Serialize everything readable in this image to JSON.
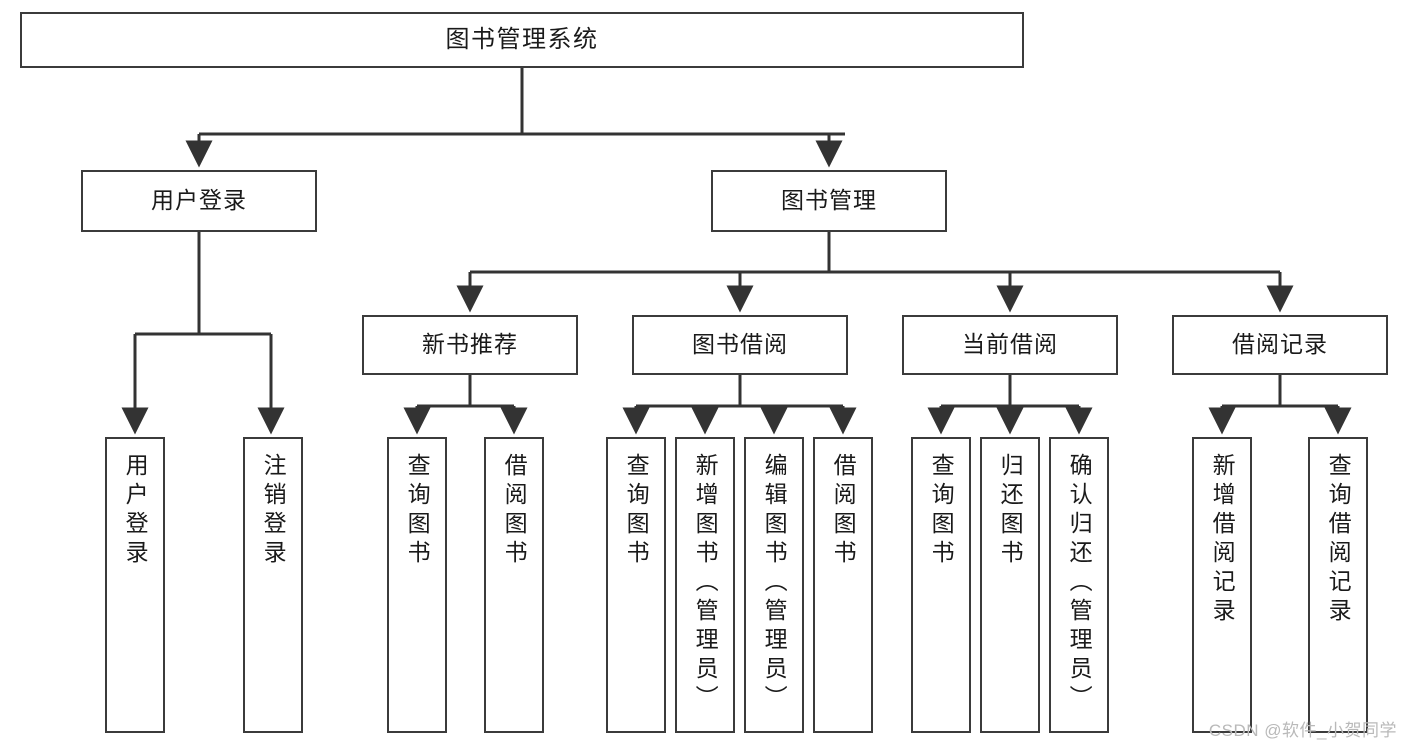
{
  "diagram": {
    "title": "图书管理系统",
    "type": "tree",
    "orientation": "top-down",
    "colors": {
      "box_border": "#3b3b3b",
      "box_fill": "#ffffff",
      "connector": "#333333",
      "text": "#1a1a1a",
      "watermark": "#b9b9b9",
      "background": "#ffffff"
    }
  },
  "nodes": {
    "root": {
      "label": "图书管理系统"
    },
    "level2": [
      {
        "id": "user-login",
        "label": "用户登录"
      },
      {
        "id": "book-manage",
        "label": "图书管理"
      }
    ],
    "level3": [
      {
        "id": "new-book-recommend",
        "label": "新书推荐"
      },
      {
        "id": "book-borrow",
        "label": "图书借阅"
      },
      {
        "id": "current-borrow",
        "label": "当前借阅"
      },
      {
        "id": "borrow-record",
        "label": "借阅记录"
      }
    ],
    "leaves": {
      "user-login": [
        {
          "id": "leaf-user-login",
          "label": "用户登录"
        },
        {
          "id": "leaf-logout",
          "label": "注销登录"
        }
      ],
      "new-book-recommend": [
        {
          "id": "leaf-query-book-1",
          "label": "查询图书"
        },
        {
          "id": "leaf-borrow-book-1",
          "label": "借阅图书"
        }
      ],
      "book-borrow": [
        {
          "id": "leaf-query-book-2",
          "label": "查询图书"
        },
        {
          "id": "leaf-add-book",
          "label": "新增图书（管理员）"
        },
        {
          "id": "leaf-edit-book",
          "label": "编辑图书（管理员）"
        },
        {
          "id": "leaf-borrow-book-2",
          "label": "借阅图书"
        }
      ],
      "current-borrow": [
        {
          "id": "leaf-query-book-3",
          "label": "查询图书"
        },
        {
          "id": "leaf-return-book",
          "label": "归还图书"
        },
        {
          "id": "leaf-confirm-return",
          "label": "确认归还（管理员）"
        }
      ],
      "borrow-record": [
        {
          "id": "leaf-add-record",
          "label": "新增借阅记录"
        },
        {
          "id": "leaf-query-record",
          "label": "查询借阅记录"
        }
      ]
    }
  },
  "watermark": {
    "text": "CSDN @软件_小贺同学"
  }
}
